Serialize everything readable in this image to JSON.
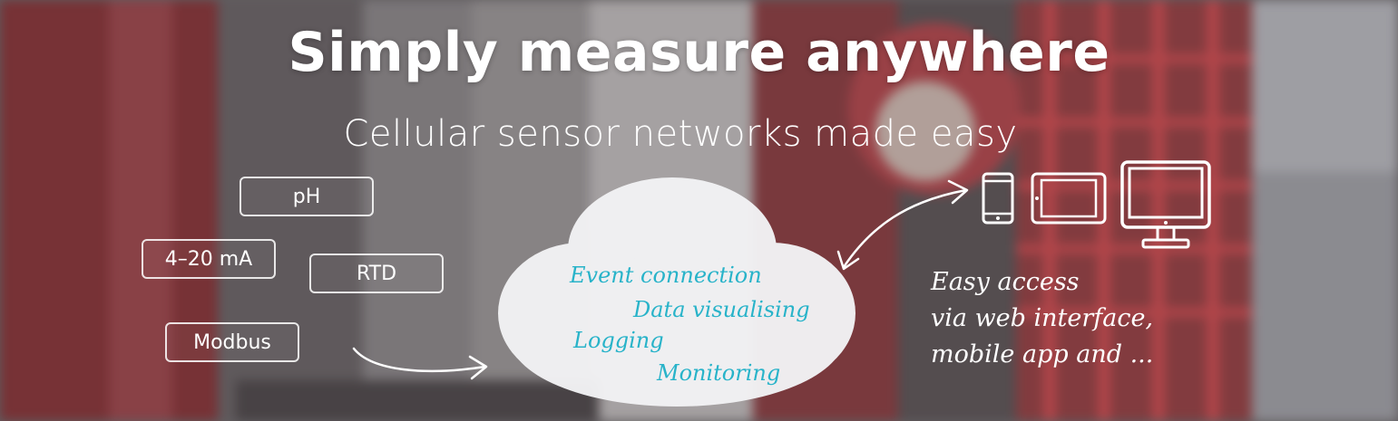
{
  "hero": {
    "title": "Simply measure anywhere",
    "subtitle": "Cellular sensor networks made easy"
  },
  "inputs": [
    {
      "label": "pH"
    },
    {
      "label": "4–20 mA"
    },
    {
      "label": "RTD"
    },
    {
      "label": "Modbus"
    }
  ],
  "cloud": {
    "items": [
      "Event connection",
      "Data visualising",
      "Logging",
      "Monitoring"
    ]
  },
  "access": {
    "lines": [
      "Easy access",
      "via web interface,",
      "mobile app and ..."
    ]
  },
  "devices": {
    "icons": [
      "phone-icon",
      "tablet-icon",
      "desktop-monitor-icon"
    ]
  },
  "colors": {
    "accent": "#28b3c9",
    "text": "#ffffff"
  }
}
